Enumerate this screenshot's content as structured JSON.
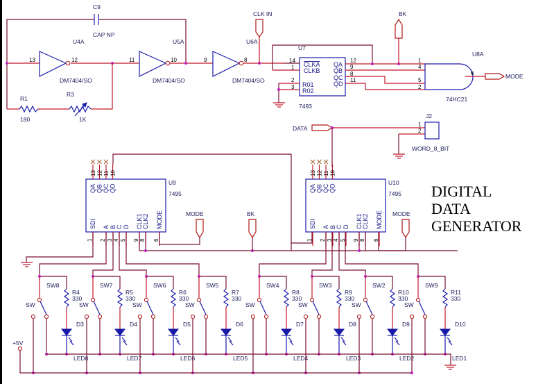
{
  "title": [
    "DIGITAL",
    "DATA",
    "GENERATOR"
  ],
  "oscillator": {
    "capacitor": {
      "ref": "C9",
      "value": "CAP NP"
    },
    "r1": {
      "ref": "R1",
      "value": "180"
    },
    "r3": {
      "ref": "R3",
      "value": "1K"
    },
    "inverters": [
      {
        "ref": "U4A",
        "part": "DM7404/SO",
        "in_pin": "13",
        "out_pin": "12"
      },
      {
        "ref": "U5A",
        "part": "DM7404/SO",
        "in_pin": "11",
        "out_pin": "10"
      },
      {
        "ref": "U6A",
        "part": "DM7404/SO",
        "in_pin": "9",
        "out_pin": "8"
      }
    ]
  },
  "ports": {
    "clk_in": "CLK IN",
    "bk": "BK",
    "mode": "MODE",
    "data": "DATA"
  },
  "counter": {
    "ref": "U7",
    "part": "7493",
    "pins_left": [
      {
        "num": "14",
        "name": "CLKA"
      },
      {
        "num": "1",
        "name": "CLKB"
      },
      {
        "num": "2",
        "name": "R01"
      },
      {
        "num": "3",
        "name": "R02"
      }
    ],
    "pins_right": [
      {
        "num": "12",
        "name": "QA"
      },
      {
        "num": "9",
        "name": "QB"
      },
      {
        "num": "8",
        "name": "QC"
      },
      {
        "num": "11",
        "name": "QD"
      }
    ]
  },
  "and_gate": {
    "ref": "U8A",
    "part": "74HC21",
    "in_pins": [
      "1",
      "4",
      "5",
      "2"
    ],
    "out_pin": "6"
  },
  "connector": {
    "ref": "J2",
    "part": "WORD_8_BIT",
    "pins": [
      "1",
      "2"
    ]
  },
  "shift_registers": [
    {
      "ref": "U9",
      "part": "7495",
      "top_pins": [
        {
          "num": "13",
          "name": "QA"
        },
        {
          "num": "12",
          "name": "QB"
        },
        {
          "num": "11",
          "name": "QC"
        },
        {
          "num": "10",
          "name": "QD"
        }
      ],
      "bottom_pins": [
        {
          "num": "1",
          "name": "SDI"
        },
        {
          "num": "2",
          "name": "A"
        },
        {
          "num": "3",
          "name": "B"
        },
        {
          "num": "4",
          "name": "C"
        },
        {
          "num": "5",
          "name": "D"
        },
        {
          "num": "9",
          "name": "CLK1"
        },
        {
          "num": "8",
          "name": "CLK2"
        },
        {
          "num": "6",
          "name": "MODE"
        }
      ]
    },
    {
      "ref": "U10",
      "part": "7495",
      "top_pins": [
        {
          "num": "13",
          "name": "QA"
        },
        {
          "num": "12",
          "name": "QB"
        },
        {
          "num": "11",
          "name": "QC"
        },
        {
          "num": "10",
          "name": "QD"
        }
      ],
      "bottom_pins": [
        {
          "num": "1",
          "name": "SDI"
        },
        {
          "num": "2",
          "name": "A"
        },
        {
          "num": "3",
          "name": "B"
        },
        {
          "num": "4",
          "name": "C"
        },
        {
          "num": "5",
          "name": "D"
        },
        {
          "num": "9",
          "name": "CLK1"
        },
        {
          "num": "8",
          "name": "CLK2"
        },
        {
          "num": "6",
          "name": "MODE"
        }
      ]
    }
  ],
  "supply": "+5V",
  "bit_cells": [
    {
      "sw": "SW8",
      "sw_type": "SW",
      "r": "R4",
      "r_val": "330",
      "d": "D3",
      "led": "LED8"
    },
    {
      "sw": "SW7",
      "sw_type": "SW",
      "r": "R5",
      "r_val": "330",
      "d": "D4",
      "led": "LED7"
    },
    {
      "sw": "SW6",
      "sw_type": "SW",
      "r": "R6",
      "r_val": "330",
      "d": "D5",
      "led": "LED6"
    },
    {
      "sw": "SW5",
      "sw_type": "SW",
      "r": "R7",
      "r_val": "330",
      "d": "D6",
      "led": "LED5"
    },
    {
      "sw": "SW4",
      "sw_type": "SW",
      "r": "R8",
      "r_val": "330",
      "d": "D7",
      "led": "LED4"
    },
    {
      "sw": "SW3",
      "sw_type": "SW",
      "r": "R9",
      "r_val": "330",
      "d": "D8",
      "led": "LED3"
    },
    {
      "sw": "SW2",
      "sw_type": "SW",
      "r": "R10",
      "r_val": "330",
      "d": "D9",
      "led": "LED2"
    },
    {
      "sw": "SW9",
      "sw_type": "SW",
      "r": "R11",
      "r_val": "330",
      "d": "D10",
      "led": "LED1"
    }
  ]
}
